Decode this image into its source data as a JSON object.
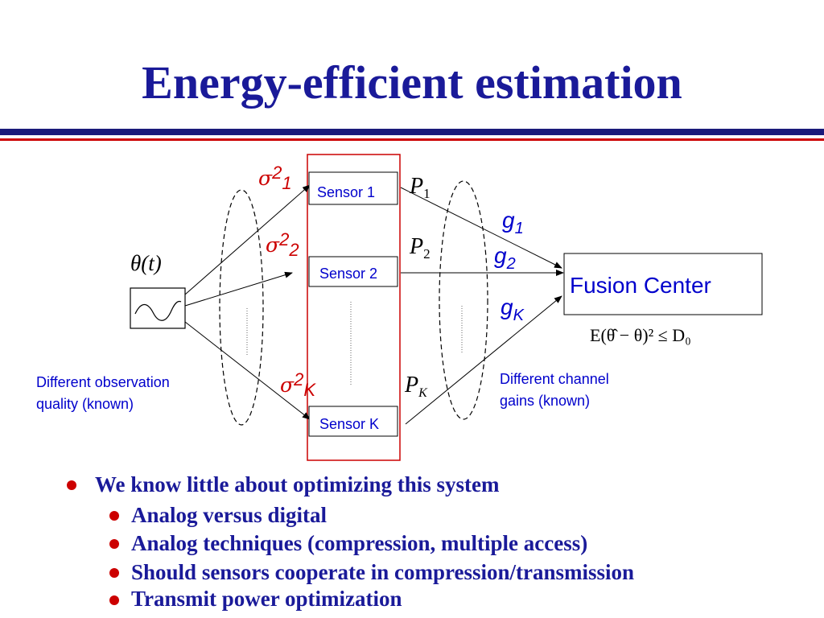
{
  "slide": {
    "title": "Energy-efficient estimation"
  },
  "colors": {
    "title": "#1a1a99",
    "rule_navy": "#1a1a7a",
    "rule_red": "#cc0000",
    "bullet_dot": "#cc0000",
    "diagram_text": "#0000cc",
    "sensor_group_border": "#cc0000"
  },
  "diagram": {
    "source_label": "θ(t)",
    "sensors": [
      "Sensor 1",
      "Sensor 2",
      "Sensor K"
    ],
    "noise_labels": [
      {
        "base": "σ",
        "sup": "2",
        "sub": "1"
      },
      {
        "base": "σ",
        "sup": "2",
        "sub": "2"
      },
      {
        "base": "σ",
        "sup": "2",
        "sub": "K"
      }
    ],
    "power_labels": [
      {
        "base": "P",
        "sub": "1"
      },
      {
        "base": "P",
        "sub": "2"
      },
      {
        "base": "P",
        "sub": "K"
      }
    ],
    "gain_labels": [
      {
        "base": "g",
        "sub": "1"
      },
      {
        "base": "g",
        "sub": "2"
      },
      {
        "base": "g",
        "sub": "K"
      }
    ],
    "fusion_center": "Fusion Center",
    "distortion_constraint": "E(θ̂ − θ)² ≤ D₀",
    "observation_note": [
      "Different observation",
      "quality (known)"
    ],
    "channel_note": [
      "Different channel",
      "gains (known)"
    ]
  },
  "bullets": {
    "main": "We know little about optimizing this system",
    "sub": [
      "Analog versus digital",
      "Analog techniques (compression, multiple access)",
      "Should sensors cooperate in compression/transmission",
      "Transmit power optimization"
    ]
  }
}
